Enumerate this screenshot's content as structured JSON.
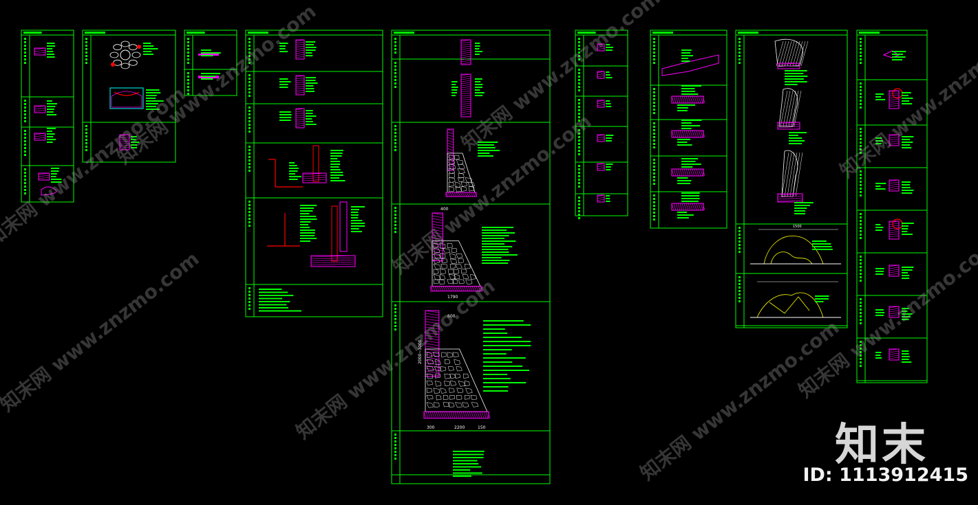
{
  "colors": {
    "background": "#000000",
    "frame": "#00ff00",
    "detail": "#ff00ff",
    "note": "#00ff00",
    "accent_red": "#ff0000",
    "accent_yellow": "#ffff00",
    "accent_cyan": "#00ffff",
    "dimension": "#ffffff",
    "watermark": "#9a9a9a"
  },
  "watermark": {
    "text": "知末网 www.znzmo.com",
    "angle_deg": -38
  },
  "brand": {
    "logo": "知末",
    "id_label": "ID: 1113912415"
  },
  "drawing": {
    "dimension_labels": {
      "wall_small_base": "1790",
      "wall_small_left": "400",
      "wall_big_height": "2000~3000",
      "wall_big_base": "2200",
      "wall_big_left": "300",
      "wall_big_right": "150",
      "wall_big_top": "600"
    },
    "rockery_width_label": "1500"
  }
}
